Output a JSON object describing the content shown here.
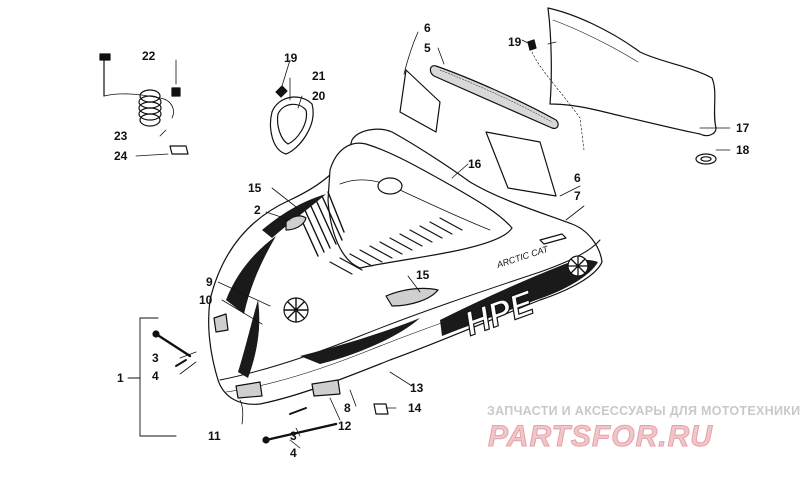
{
  "diagram": {
    "callouts": [
      {
        "id": "c-1",
        "text": "1"
      },
      {
        "id": "c-2",
        "text": "2"
      },
      {
        "id": "c-3a",
        "text": "3"
      },
      {
        "id": "c-3b",
        "text": "3"
      },
      {
        "id": "c-4a",
        "text": "4"
      },
      {
        "id": "c-4b",
        "text": "4"
      },
      {
        "id": "c-5",
        "text": "5"
      },
      {
        "id": "c-6a",
        "text": "6"
      },
      {
        "id": "c-6b",
        "text": "6"
      },
      {
        "id": "c-7",
        "text": "7"
      },
      {
        "id": "c-8",
        "text": "8"
      },
      {
        "id": "c-9",
        "text": "9"
      },
      {
        "id": "c-10",
        "text": "10"
      },
      {
        "id": "c-11",
        "text": "11"
      },
      {
        "id": "c-12",
        "text": "12"
      },
      {
        "id": "c-13",
        "text": "13"
      },
      {
        "id": "c-14",
        "text": "14"
      },
      {
        "id": "c-15a",
        "text": "15"
      },
      {
        "id": "c-15b",
        "text": "15"
      },
      {
        "id": "c-16",
        "text": "16"
      },
      {
        "id": "c-17",
        "text": "17"
      },
      {
        "id": "c-18",
        "text": "18"
      },
      {
        "id": "c-19a",
        "text": "19"
      },
      {
        "id": "c-19b",
        "text": "19"
      },
      {
        "id": "c-20",
        "text": "20"
      },
      {
        "id": "c-21",
        "text": "21"
      },
      {
        "id": "c-22",
        "text": "22"
      },
      {
        "id": "c-23",
        "text": "23"
      },
      {
        "id": "c-24",
        "text": "24"
      }
    ],
    "hood_decal_text": "HPE",
    "hood_brand_text": "ARCTIC CAT"
  },
  "watermark": {
    "caption": "ЗАПЧАСТИ И АКСЕССУАРЫ ДЛЯ МОТОТЕХНИКИ",
    "logo": "PARTSFOR.RU",
    "caption_color": "#c9c9c9",
    "logo_color": "#f2c6c9"
  },
  "colors": {
    "line": "#111111",
    "decal_dark": "#1a1a1a",
    "background": "#ffffff"
  }
}
